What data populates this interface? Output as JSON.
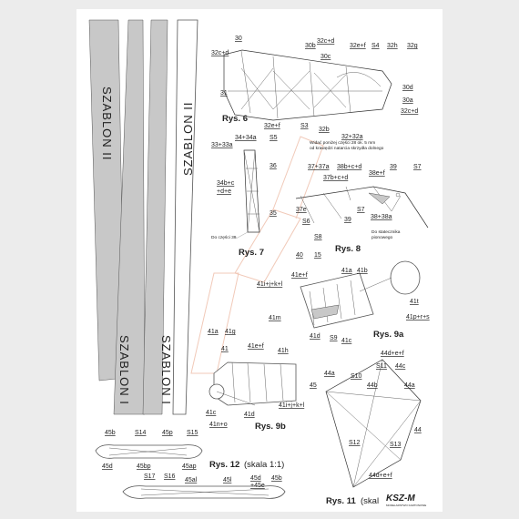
{
  "templates": {
    "szablon_1": "SZABLON I",
    "szablon_2": "SZABLON II"
  },
  "figures": {
    "rys6": {
      "caption": "Rys. 6",
      "labels": [
        "30",
        "32c+d",
        "30b",
        "32c+d",
        "32e+f",
        "S4",
        "32h",
        "32g",
        "30c",
        "30d",
        "31",
        "30a",
        "32c+d",
        "32e+f",
        "S3",
        "32b",
        "32+32a"
      ],
      "note_line1": "Widać poniżej części 28 ok. 5 mm",
      "note_line2": "od krawędzi natarcia skrzydła dolnego"
    },
    "rys7": {
      "caption": "Rys. 7",
      "labels": [
        "34+34a",
        "S5",
        "33+33a",
        "36",
        "34b+c",
        "+d+e",
        "35"
      ],
      "note": "Do części 39"
    },
    "rys8": {
      "caption": "Rys. 8",
      "labels": [
        "37+37a",
        "38b+c+d",
        "39",
        "S7",
        "37b+c+d",
        "38e+f",
        "37e",
        "S6",
        "38+38a",
        "39",
        "S7",
        "S8",
        "40",
        "15"
      ],
      "note_line1": "Do statecznika",
      "note_line2": "pionowego"
    },
    "rys9a": {
      "caption": "Rys. 9a",
      "labels": [
        "41a",
        "41b",
        "41e+f",
        "41i+j+k+l",
        "41t",
        "41p+r+s",
        "41m",
        "41d",
        "S9",
        "41c"
      ]
    },
    "rys9b": {
      "caption": "Rys. 9b",
      "labels": [
        "41a",
        "41g",
        "41e+f",
        "41",
        "41h",
        "41i+j+k+l",
        "41c",
        "41n+o",
        "41d"
      ]
    },
    "rys11": {
      "caption": "Rys. 11",
      "caption_suffix": "(skal",
      "labels": [
        "44d+e+f",
        "44a",
        "S10",
        "S11",
        "44c",
        "44b",
        "44a",
        "45",
        "S12",
        "S13",
        "44",
        "44d+e+f"
      ]
    },
    "rys12": {
      "caption": "Rys. 12",
      "scale": "(skala 1:1)",
      "labels": [
        "45b",
        "S14",
        "45p",
        "S15",
        "45d",
        "45bp",
        "45ap",
        "S17",
        "S16",
        "45al",
        "45l",
        "45d",
        "+45e",
        "45b"
      ]
    }
  },
  "brand": {
    "logo_text": "KSZ-M",
    "tagline": "MODELARSTWO KARTONOWE"
  }
}
